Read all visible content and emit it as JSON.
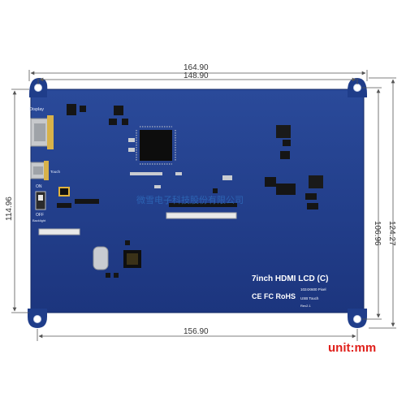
{
  "dimensions": {
    "top_outer": "164.90",
    "top_inner": "148.90",
    "bottom": "156.90",
    "left": "114.96",
    "right_outer": "124.27",
    "right_inner": "106.96"
  },
  "unit_label": "unit:mm",
  "board": {
    "title": "7inch HDMI LCD (C)",
    "resolution": "1024X600 Pixel",
    "touch": "USB Touch",
    "revision": "Rev2.1",
    "cert_marks": "CE FC RoHS",
    "label_display": "Display",
    "label_touch": "Touch",
    "label_on": "ON",
    "label_off": "OFF",
    "label_backlight": "Backlight",
    "color": "#1f3d8a"
  },
  "watermark": "微雪电子科技股份有限公司"
}
